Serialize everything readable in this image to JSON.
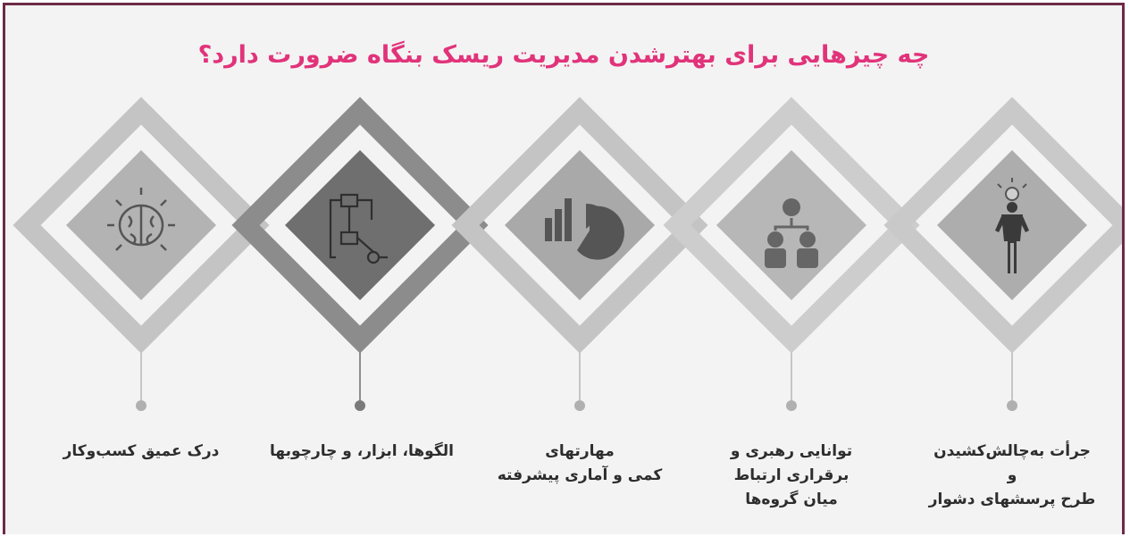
{
  "title": "چه چیزهایی برای بهترشدن مدیریت ریسک بنگاه ضرورت دارد؟",
  "colors": {
    "frame": "#6d2a45",
    "title": "#e1337a",
    "band": "#bdbdbd",
    "band_dark": "#8a8a8a",
    "inner": "#ababab",
    "inner_dark": "#6e6e6e",
    "icon": "#555555",
    "dot": "#b0b0b0"
  },
  "items": [
    {
      "icon": "brain-icon",
      "lines": [
        "درک عمیق کسب‌وکار"
      ]
    },
    {
      "icon": "flowchart-icon",
      "lines": [
        "الگوها، ابزار، و چارچوبها"
      ]
    },
    {
      "icon": "pie-chart-icon",
      "lines": [
        "مهارتهای",
        "کمی و آماری پیشرفته"
      ]
    },
    {
      "icon": "team-hierarchy-icon",
      "lines": [
        "توانایی رهبری و",
        "برقراری ارتباط",
        "میان گروه‌ها"
      ]
    },
    {
      "icon": "lightbulb-person-icon",
      "lines": [
        "جرأت به‌چالش‌کشیدن",
        "و",
        "طرح پرسشهای دشوار"
      ]
    }
  ]
}
